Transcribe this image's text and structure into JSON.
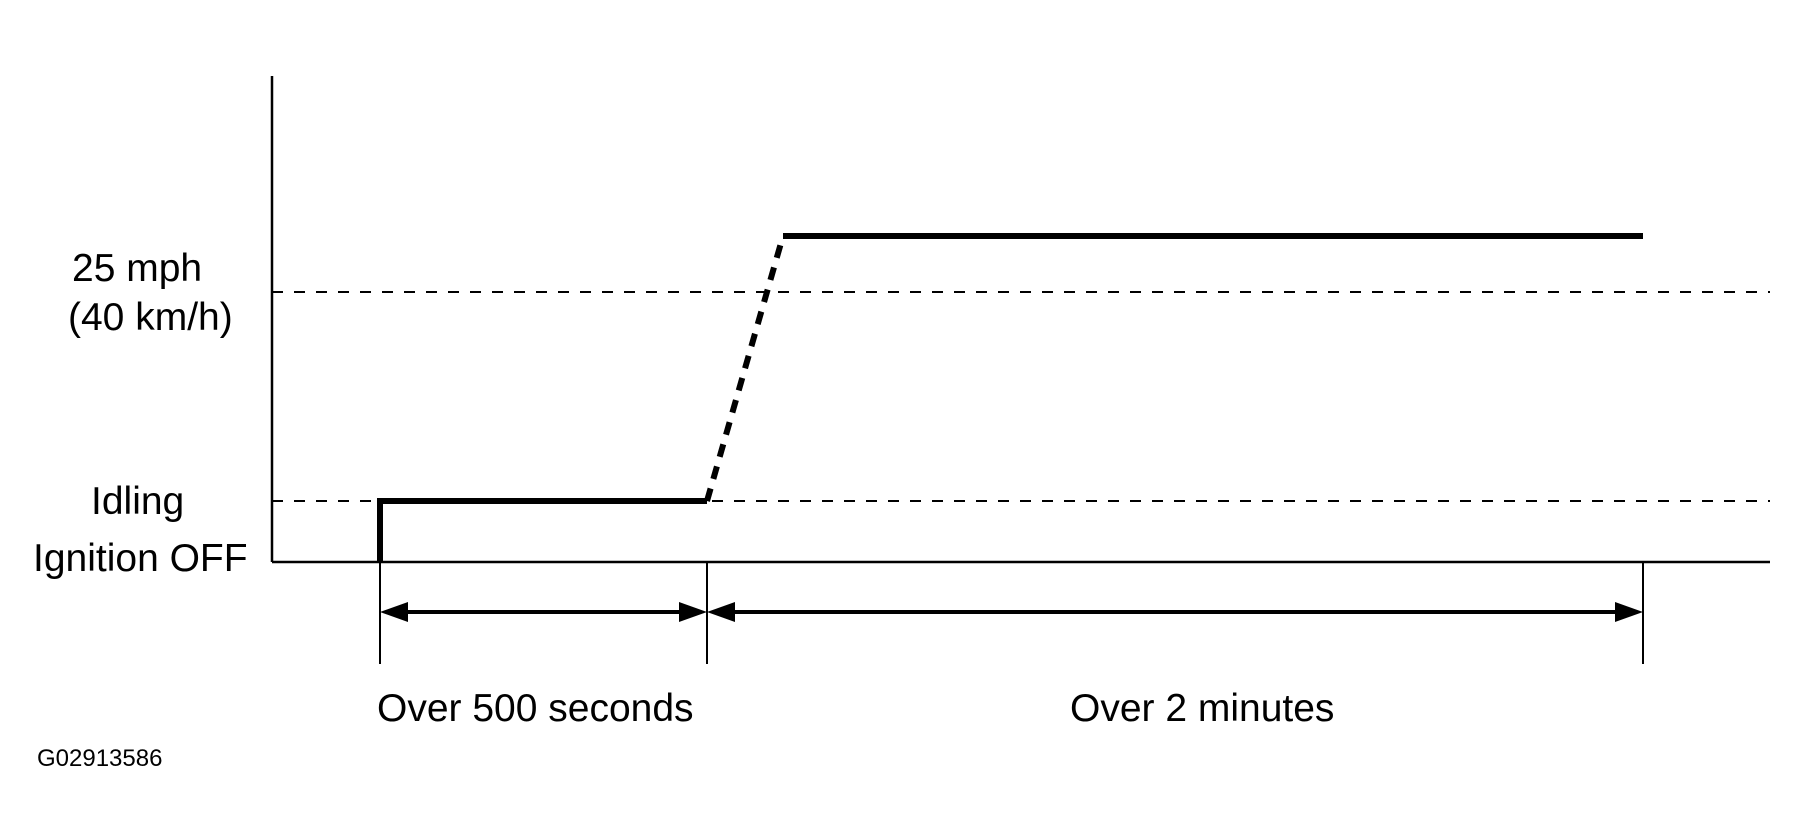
{
  "diagram": {
    "y_levels": {
      "speed_line1": "25 mph",
      "speed_line2": "(40 km/h)",
      "idle": "Idling",
      "off": "Ignition OFF"
    },
    "durations": {
      "first": "Over 500 seconds",
      "second": "Over 2 minutes"
    },
    "figure_id": "G02913586",
    "colors": {
      "ink": "#000000",
      "background": "#ffffff"
    }
  }
}
